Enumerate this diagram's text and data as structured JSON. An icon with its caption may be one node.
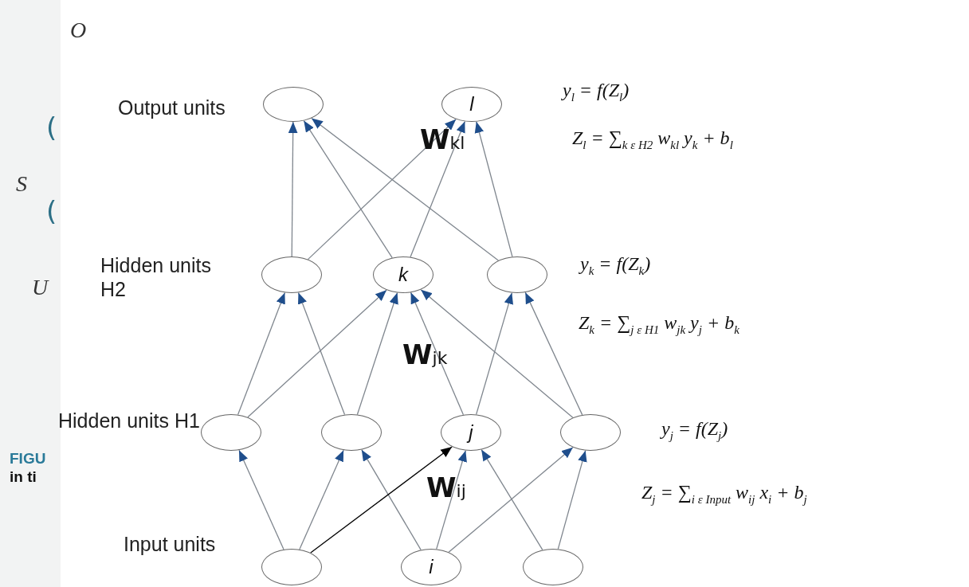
{
  "diagram": {
    "nodes": [
      {
        "text": [],
        "shape": "circle"
      },
      {
        "text": [
          "l"
        ]
      },
      {
        "text": [],
        "shape": "circle"
      },
      {
        "text": [
          "k"
        ]
      },
      {
        "text": [],
        "shape": "circle"
      },
      {
        "text": [],
        "shape": "circle"
      },
      {
        "text": [],
        "shape": "circle"
      },
      {
        "text": [
          "j"
        ]
      },
      {
        "text": [],
        "shape": "circle"
      },
      {
        "text": [],
        "shape": "circle"
      },
      {
        "text": [
          "i"
        ]
      },
      {
        "text": [],
        "shape": "circle"
      }
    ],
    "edges": [
      {
        "from": 2,
        "to": 0,
        "arrow": "to"
      },
      {
        "from": 3,
        "to": 0,
        "arrow": "to"
      },
      {
        "from": 4,
        "to": 0,
        "arrow": "to"
      },
      {
        "from": 2,
        "to": 1,
        "arrow": "to"
      },
      {
        "from": 3,
        "to": 1,
        "arrow": "to"
      },
      {
        "from": 4,
        "to": 1,
        "arrow": "to"
      },
      {
        "from": 5,
        "to": 2,
        "arrow": "to"
      },
      {
        "from": 6,
        "to": 2,
        "arrow": "to"
      },
      {
        "from": 5,
        "to": 3,
        "arrow": "to"
      },
      {
        "from": 6,
        "to": 3,
        "arrow": "to"
      },
      {
        "from": 7,
        "to": 3,
        "arrow": "to"
      },
      {
        "from": 8,
        "to": 3,
        "arrow": "to"
      },
      {
        "from": 7,
        "to": 4,
        "arrow": "to"
      },
      {
        "from": 8,
        "to": 4,
        "arrow": "to"
      },
      {
        "from": 9,
        "to": 5,
        "arrow": "to"
      },
      {
        "from": 9,
        "to": 6,
        "arrow": "to"
      },
      {
        "from": 10,
        "to": 6,
        "arrow": "to"
      },
      {
        "from": 9,
        "to": 7,
        "arrow": "to",
        "color": "#000000"
      },
      {
        "from": 10,
        "to": 7,
        "arrow": "to"
      },
      {
        "from": 11,
        "to": 7,
        "arrow": "to"
      },
      {
        "from": 10,
        "to": 8,
        "arrow": "to"
      },
      {
        "from": 11,
        "to": 8,
        "arrow": "to"
      }
    ],
    "labels": [
      "O",
      "(",
      "Output units",
      "y$_{l}$ = f(Z$_{l}$)",
      "Z$_{l}$ = ∑$_{k ε H2}$ w$_{kl}$ y$_{k}$ + b$_{l}$",
      "W$_{kl}$",
      "S",
      "(",
      "Hidden units H2",
      "y$_{k}$ = f(Z$_{k}$)",
      "U",
      "Z$_{k}$ = ∑$_{j ε H1}$ w$_{jk}$ y$_{j}$ + b$_{k}$",
      "W$_{jk}$",
      "Hidden units H1",
      "y$_{j}$ = f(Z$_{j}$)",
      "FIGU",
      "in ti",
      "W$_{ij}$",
      "Z$_{j}$ = ∑$_{i ε Input}$ w$_{ij}$ x$_{i}$ + b$_{j}$",
      "Input units"
    ]
  }
}
